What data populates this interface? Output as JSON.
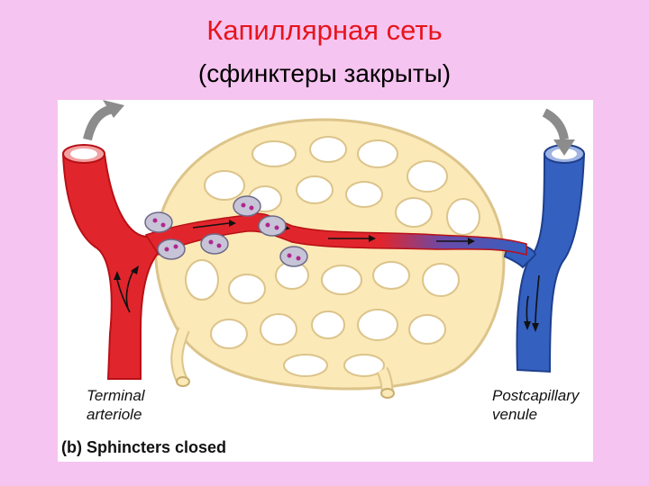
{
  "slide": {
    "title": "Капиллярная сеть",
    "subtitle": "(сфинктеры закрыты)"
  },
  "figure": {
    "labels": {
      "terminal_arteriole_1": "Terminal",
      "terminal_arteriole_2": "arteriole",
      "postcapillary_venule_1": "Postcapillary",
      "postcapillary_venule_2": "venule"
    },
    "caption": "(b) Sphincters closed",
    "colors": {
      "artery": "#e0262c",
      "vein": "#3460c0",
      "capillary_fill": "#fbe9b8",
      "capillary_stroke": "#dcc48a",
      "sphincter": "#c7c4d8"
    }
  }
}
